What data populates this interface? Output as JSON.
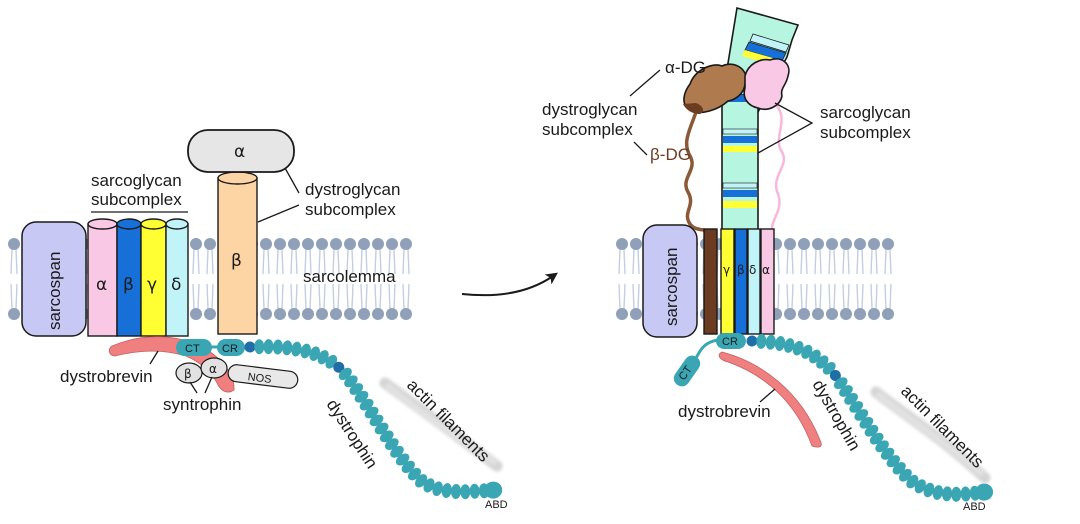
{
  "figure": {
    "description": "Dystrophin-glycoprotein complex at the sarcolemma: schematic (left) transformed into structural arrangement (right)",
    "transition_arrow": "curved-arrow-right"
  },
  "colors": {
    "membrane_head": "#8fa0b8",
    "membrane_tail": "#c2cfe0",
    "sarcospan": "#c8c8f5",
    "sg_alpha": "#f9c8e4",
    "sg_beta": "#1670d8",
    "sg_gamma": "#ffff33",
    "sg_delta": "#c0f4f8",
    "dg_beta_left": "#fdd5a5",
    "dg_alpha_left": "#e6e6e6",
    "dg_alpha_right": "#b07a4f",
    "dg_beta_right": "#6b3c22",
    "dystrophin": "#3aa6b4",
    "dystrophin_hinge": "#1f6ea8",
    "dystrobrevin": "#f08080",
    "syntrophin": "#e2e2e2",
    "actin": "#d6d6d6",
    "stalk": "#b6f5df"
  },
  "left_panel": {
    "sarcospan": "sarcospan",
    "sarcoglycan_label": [
      "sarcoglycan",
      "subcomplex"
    ],
    "sarcoglycans": [
      "α",
      "β",
      "γ",
      "δ"
    ],
    "dystroglycan_alpha": "α",
    "dystroglycan_beta": "β",
    "dystroglycan_label": [
      "dystroglycan",
      "subcomplex"
    ],
    "sarcolemma": "sarcolemma",
    "ct": "CT",
    "cr": "CR",
    "dystrobrevin": "dystrobrevin",
    "syntrophin_beta": "β",
    "syntrophin_alpha": "α",
    "nos": "NOS",
    "syntrophin": "syntrophin",
    "dystrophin": "dystrophin",
    "actin": "actin filaments",
    "abd": "ABD"
  },
  "right_panel": {
    "alpha_dg": "α-DG",
    "beta_dg": "β-DG",
    "dystroglycan_label": [
      "dystroglycan",
      "subcomplex"
    ],
    "sarcoglycan_label": [
      "sarcoglycan",
      "subcomplex"
    ],
    "sarcospan": "sarcospan",
    "sarcoglycans": [
      "γ",
      "β",
      "δ",
      "α"
    ],
    "cr": "CR",
    "ct": "CT",
    "dystrobrevin": "dystrobrevin",
    "dystrophin": "dystrophin",
    "actin": "actin filaments",
    "abd": "ABD"
  }
}
